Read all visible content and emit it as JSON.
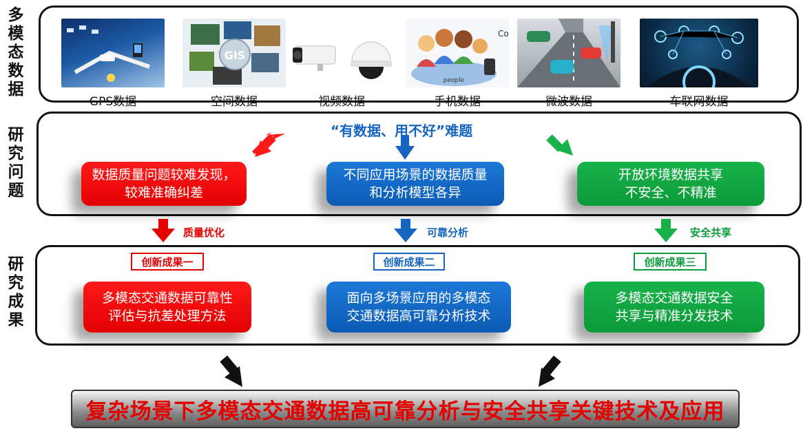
{
  "side_labels": {
    "data": "多模态数据",
    "problem": "研究问题",
    "result": "研究成果"
  },
  "sources": [
    {
      "label": "GPS数据",
      "icon": "gps-map-image"
    },
    {
      "label": "空间数据",
      "icon": "gis-image"
    },
    {
      "label": "视频数据",
      "icon": "camera-image"
    },
    {
      "label": "手机数据",
      "icon": "phone-people-image"
    },
    {
      "label": "微波数据",
      "icon": "microwave-road-image"
    },
    {
      "label": "车联网数据",
      "icon": "connected-car-image"
    }
  ],
  "problem_title": "“有数据、用不好”难题",
  "problems": [
    {
      "lines": [
        "数据质量问题较难发现，",
        "较难准确纠差"
      ]
    },
    {
      "lines": [
        "不同应用场景的数据质量",
        "和分析模型各异"
      ]
    },
    {
      "lines": [
        "开放环境数据共享",
        "不安全、不精准"
      ]
    }
  ],
  "arrow_labels": [
    "质量优化",
    "可靠分析",
    "安全共享"
  ],
  "results": [
    {
      "tag": "创新成果一",
      "lines": [
        "多模态交通数据可靠性",
        "评估与抗差处理方法"
      ]
    },
    {
      "tag": "创新成果二",
      "lines": [
        "面向多场景应用的多模态",
        "交通数据高可靠分析技术"
      ]
    },
    {
      "tag": "创新成果三",
      "lines": [
        "多模态交通数据安全",
        "共享与精准分发技术"
      ]
    }
  ],
  "final_title": "复杂场景下多模态交通数据高可靠分析与安全共享关键技术及应用",
  "colors": {
    "red": "#e30000",
    "blue": "#0c5bb5",
    "green": "#0d9a3a",
    "title_blue": "#1565c0"
  }
}
